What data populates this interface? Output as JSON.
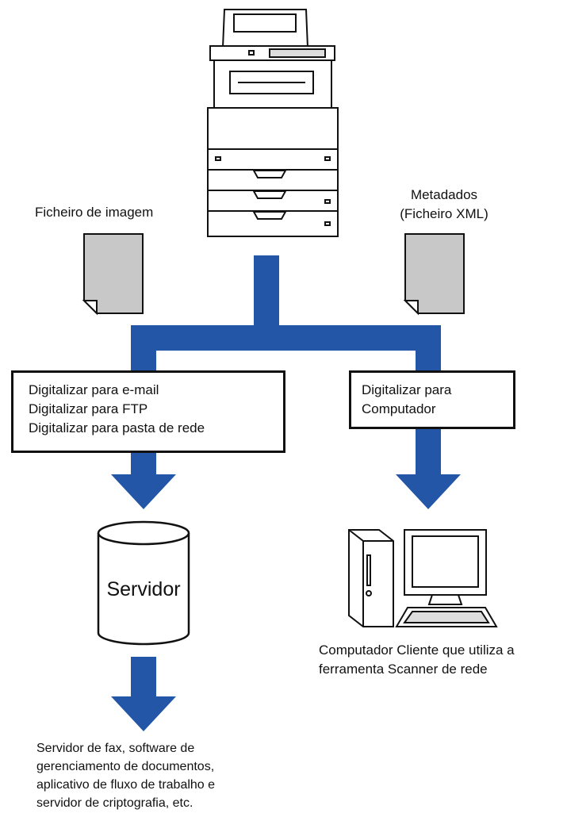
{
  "labels": {
    "image_file": "Ficheiro de imagem",
    "metadata_line1": "Metadados",
    "metadata_line2": "(Ficheiro XML)",
    "server": "Servidor",
    "client_line1": "Computador Cliente que utiliza a",
    "client_line2": "ferramenta Scanner de rede",
    "downstream_line1": "Servidor de fax, software de",
    "downstream_line2": "gerenciamento de documentos,",
    "downstream_line3": "aplicativo de fluxo de trabalho e",
    "downstream_line4": "servidor de criptografia, etc."
  },
  "left_box": {
    "items": [
      "Digitalizar para e-mail",
      "Digitalizar para FTP",
      "Digitalizar para pasta de rede"
    ]
  },
  "right_box": {
    "items": [
      "Digitalizar para",
      "Computador"
    ]
  },
  "colors": {
    "arrow": "#2456a8",
    "document": "#c8c8c8",
    "outline": "#111111"
  },
  "icons": [
    "printer-icon",
    "document-icon",
    "server-icon",
    "desktop-computer-icon"
  ]
}
